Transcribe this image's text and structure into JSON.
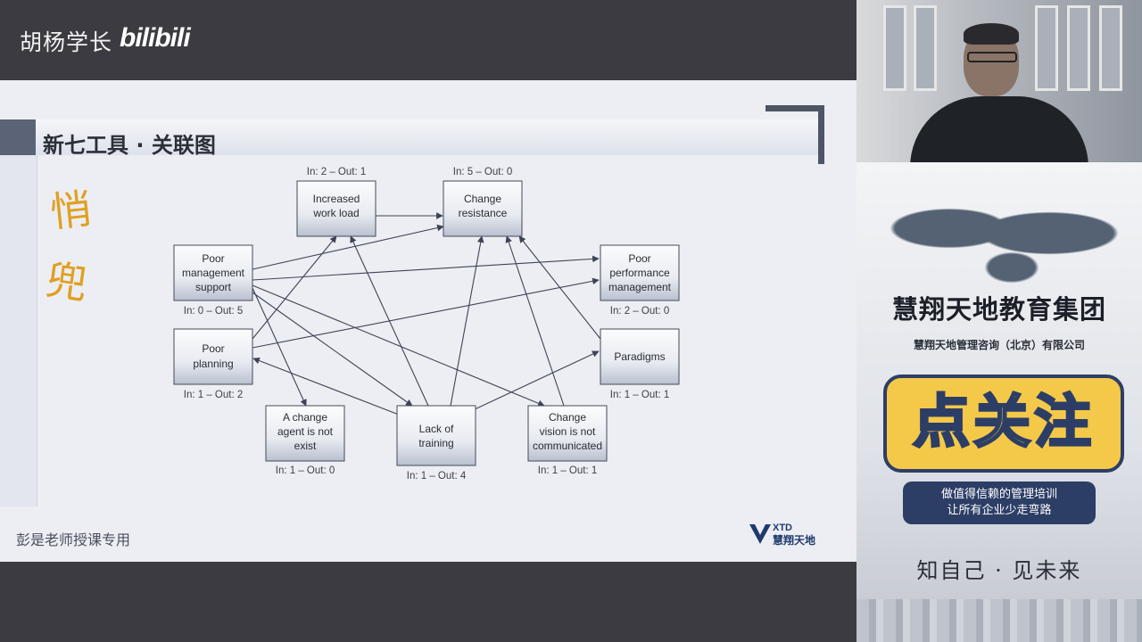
{
  "header": {
    "channel_name": "胡杨学长",
    "platform_logo": "bilibili"
  },
  "slide": {
    "title": "新七工具 · 关联图",
    "handwriting": [
      "悄",
      "兜"
    ],
    "footer_note": "彭是老师授课专用",
    "logo": {
      "abbr": "XTD",
      "name": "慧翔天地"
    }
  },
  "diagram": {
    "nodes": [
      {
        "id": "increased",
        "lines": [
          "Increased",
          "work load"
        ],
        "io": "In: 2 – Out: 1"
      },
      {
        "id": "change_res",
        "lines": [
          "Change",
          "resistance"
        ],
        "io": "In: 5 – Out: 0"
      },
      {
        "id": "poor_mgmt",
        "lines": [
          "Poor",
          "management",
          "support"
        ],
        "io": "In: 0 – Out: 5"
      },
      {
        "id": "poor_perf",
        "lines": [
          "Poor",
          "performance",
          "management"
        ],
        "io": "In: 2 – Out: 0"
      },
      {
        "id": "poor_plan",
        "lines": [
          "Poor",
          "planning"
        ],
        "io": "In: 1 – Out: 2"
      },
      {
        "id": "paradigms",
        "lines": [
          "Paradigms"
        ],
        "io": "In: 1 – Out: 1"
      },
      {
        "id": "agent",
        "lines": [
          "A change",
          "agent is not",
          "exist"
        ],
        "io": "In: 1 – Out: 0"
      },
      {
        "id": "training",
        "lines": [
          "Lack of",
          "training"
        ],
        "io": "In: 1 – Out: 4"
      },
      {
        "id": "vision",
        "lines": [
          "Change",
          "vision is not",
          "communicated"
        ],
        "io": "In: 1 – Out: 1"
      }
    ]
  },
  "sidebar": {
    "group_name": "慧翔天地教育集团",
    "group_subtitle": "慧翔天地管理咨询（北京）有限公司",
    "follow_label": "点关注",
    "slogan_line1": "做值得信赖的管理培训",
    "slogan_line2": "让所有企业少走弯路",
    "motto": "知自己 · 见未来"
  },
  "colors": {
    "slide_bg": "#eceef3",
    "frame_bg": "#3b3b41",
    "accent_yellow": "#f4c94a",
    "accent_navy": "#2d3e66",
    "handwriting": "#e0a020"
  }
}
